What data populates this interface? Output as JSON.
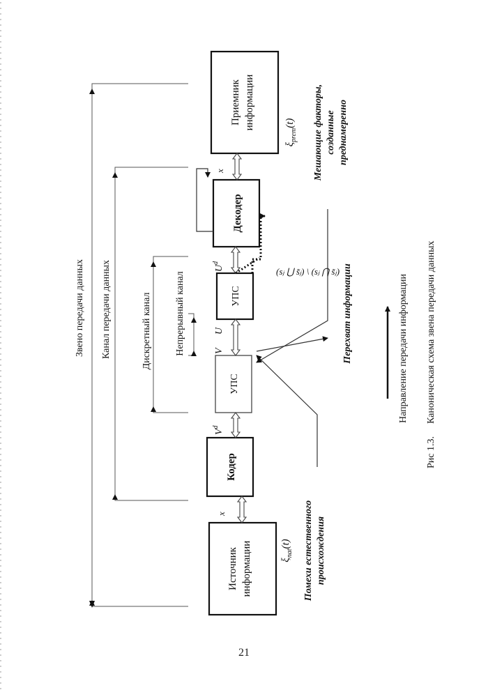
{
  "page": {
    "number": "21"
  },
  "blocks": {
    "source": [
      "Источник",
      "информации"
    ],
    "coder": "Кодер",
    "modem_tx": "УПС",
    "modem_rx": "УПС",
    "decoder": "Декодер",
    "receiver": [
      "Приемник",
      "информации"
    ]
  },
  "signals": {
    "x_in": "x",
    "v_d": "V",
    "v_d_sup": "d",
    "v": "V",
    "u": "U",
    "u_d": "U",
    "u_d_sup": "d",
    "x_out": "x",
    "erasure_set": "(sⱼ ⋃ s̃ⱼ) \\ (sⱼ ⋂ s̃ⱼ)"
  },
  "brackets": {
    "link": "Звено  передачи  данных",
    "data_channel": "Канал передачи данных",
    "discrete_channel": "Дискретный канал",
    "continuous_channel": "Непрерывный канал"
  },
  "annotations": {
    "natural_noise_symbol": "ξ",
    "natural_noise_sub": "nat",
    "natural_noise_arg": "(t)",
    "natural_noise": [
      "Помехи естественного",
      "происхождения"
    ],
    "interception": "Перехват информации",
    "intentional_symbol": "ξ",
    "intentional_sub": "prem",
    "intentional_arg": "(t)",
    "intentional": [
      "Мешающие факторы,",
      "созданные",
      "преднамеренно"
    ]
  },
  "legend": {
    "direction": "Направление передачи информации"
  },
  "caption": {
    "label": "Рис 1.3.",
    "text": "Каноническая схема звена передачи данных"
  }
}
